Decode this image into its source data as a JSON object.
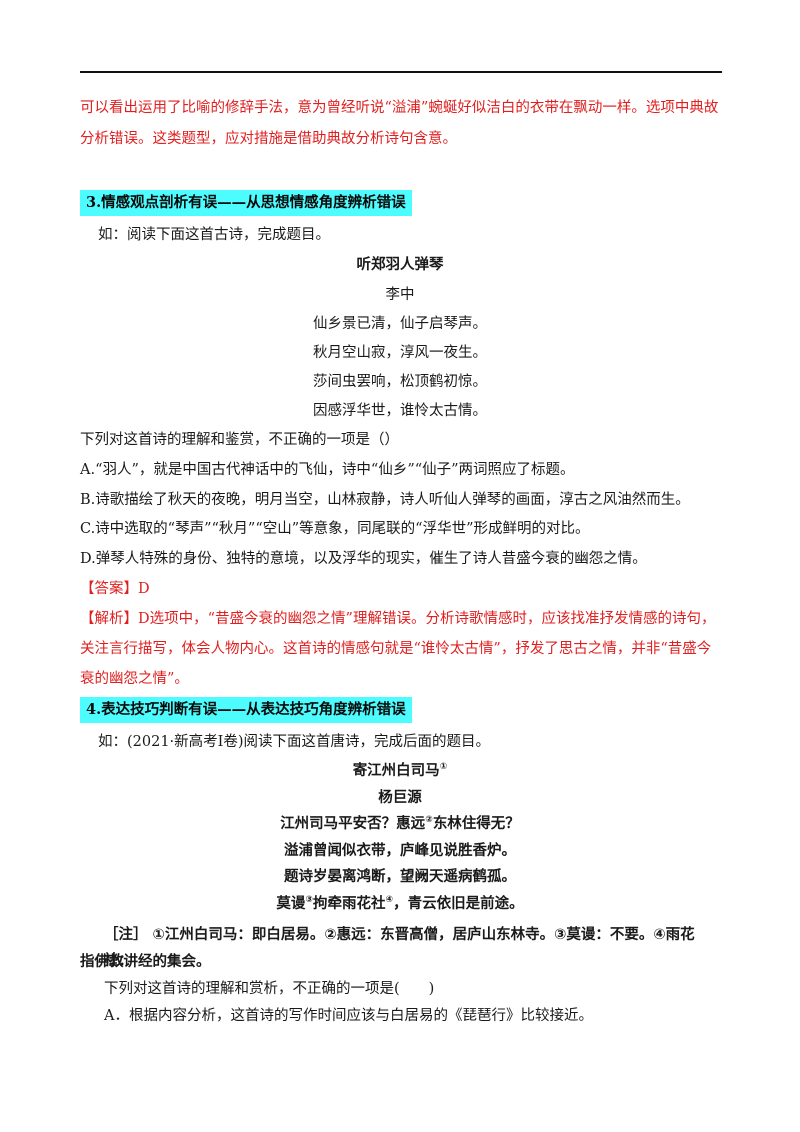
{
  "intro": {
    "line1": "可以看出运用了比喻的修辞手法，意为曾经听说“溢浦”蜿蜒好似洁白的衣带在飘动一样。选项中典故",
    "line2": "分析错误。这类题型，应对措施是借助典故分析诗句含意。"
  },
  "section3": {
    "heading": "3.情感观点剖析有误——从思想情感角度辨析错误",
    "prompt": "如：阅读下面这首古诗，完成题目。",
    "poem_title": "听郑羽人弹琴",
    "author": "李中",
    "lines": [
      "仙乡景已清，仙子启琴声。",
      "秋月空山寂，淳风一夜生。",
      "莎间虫罢响，松顶鹤初惊。",
      "因感浮华世，谁怜太古情。"
    ],
    "question": "下列对这首诗的理解和鉴赏，不正确的一项是（）",
    "options": [
      "A.“羽人”，就是中国古代神话中的飞仙，诗中“仙乡”“仙子”两词照应了标题。",
      "B.诗歌描绘了秋天的夜晚，明月当空，山林寂静，诗人听仙人弹琴的画面，淳古之风油然而生。",
      "C.诗中选取的“琴声”“秋月”“空山”等意象，同尾联的“浮华世”形成鲜明的对比。",
      "D.弹琴人特殊的身份、独特的意境，以及浮华的现实，催生了诗人昔盛今衰的幽怨之情。"
    ],
    "answer_tag": "【答案】",
    "answer": "D",
    "analysis_tag": "【解析】",
    "analysis_lines": [
      "D选项中，“昔盛今衰的幽怨之情”理解错误。分析诗歌情感时，应该找准抒发情感的诗句，",
      "关注言行描写，体会人物内心。这首诗的情感句就是“谁怜太古情”，抒发了思古之情，并非“昔盛今",
      "衰的幽怨之情”。"
    ]
  },
  "section4": {
    "heading": "4.表达技巧判断有误——从表达技巧角度辨析错误",
    "prompt": "如：(2021·新高考Ⅰ卷)阅读下面这首唐诗，完成后面的题目。",
    "poem_title": "寄江州白司马",
    "poem_title_note": "①",
    "author": "杨巨源",
    "line1a": "江州司马平安否？惠远",
    "line1_note": "②",
    "line1b": "东林住得无？",
    "line2": "溢浦曾闻似衣带，庐峰见说胜香炉。",
    "line3": "题诗岁晏离鸿断，望阙天遥病鹤孤。",
    "line4a": "莫谩",
    "line4_note1": "③",
    "line4b": "拘牵雨花社",
    "line4_note2": "④",
    "line4c": "，青云依旧是前途。",
    "note_line1": "［注］ ①江州白司马：即白居易。②惠远：东晋高僧，居庐山东林寺。③莫谩：不要。④雨花社：",
    "note_line2": "指佛教讲经的集会。",
    "question": "下列对这首诗的理解和赏析，不正确的一项是(　　)",
    "option_a": "A．根据内容分析，这首诗的写作时间应该与白居易的《琵琶行》比较接近。"
  }
}
